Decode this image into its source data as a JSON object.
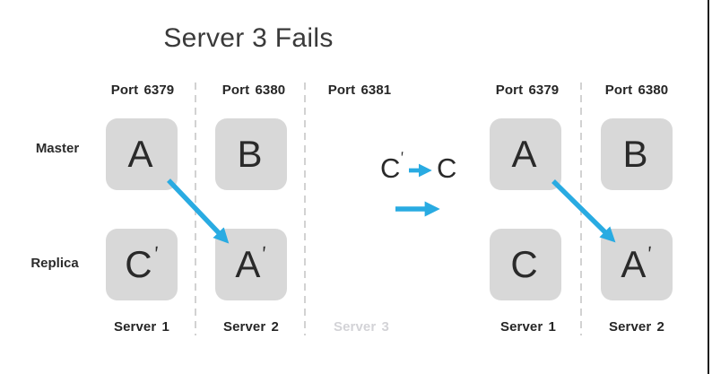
{
  "title": "Server 3 Fails",
  "row_labels": {
    "master": "Master",
    "replica": "Replica"
  },
  "left_cluster": {
    "ports": [
      "Port 6379",
      "Port 6380",
      "Port 6381"
    ],
    "master_boxes": [
      {
        "label": "A",
        "prime": ""
      },
      {
        "label": "B",
        "prime": ""
      }
    ],
    "replica_boxes": [
      {
        "label": "C",
        "prime": "′"
      },
      {
        "label": "A",
        "prime": "′"
      }
    ],
    "servers": [
      "Server 1",
      "Server 2",
      "Server 3"
    ],
    "failed_server": "Server 3"
  },
  "transition": {
    "from": "C",
    "from_prime": "′",
    "arrow_icon": "right-arrow",
    "promote_arrow_icon": "right-arrow",
    "to": "C"
  },
  "right_cluster": {
    "ports": [
      "Port 6379",
      "Port 6380"
    ],
    "master_boxes": [
      {
        "label": "A",
        "prime": ""
      },
      {
        "label": "B",
        "prime": ""
      }
    ],
    "replica_boxes": [
      {
        "label": "C",
        "prime": ""
      },
      {
        "label": "A",
        "prime": "′"
      }
    ],
    "servers": [
      "Server 1",
      "Server 2"
    ]
  },
  "colors": {
    "accent_blue": "#29abe2",
    "box_gray": "#d8d8d8",
    "text_dark": "#2a2a2a",
    "label_dark": "#262626",
    "muted_gray": "#d3d3d7",
    "dashed_line_gray": "#d2d2d2",
    "edge_border_dark": "#1d1d1d",
    "background": "#ffffff"
  }
}
